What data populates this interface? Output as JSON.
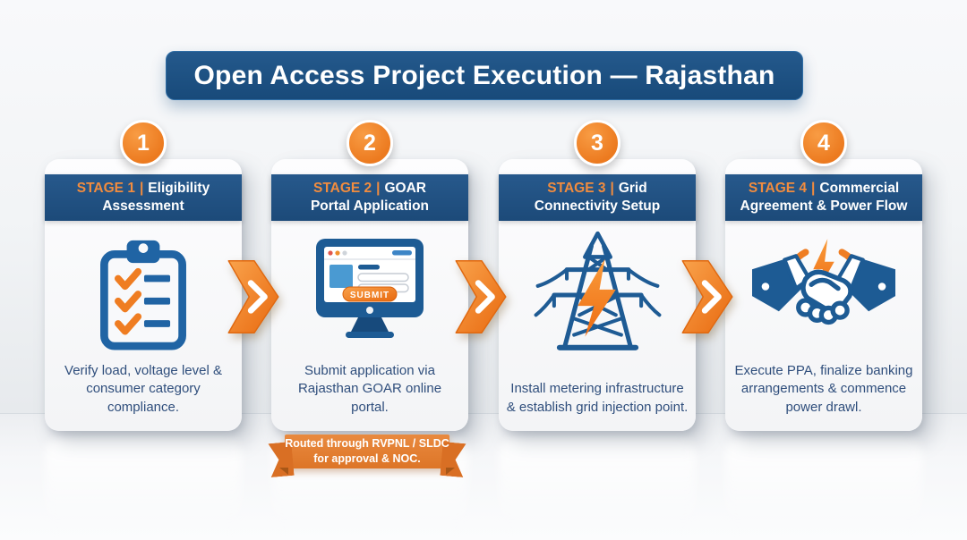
{
  "title": "Open Access Project Execution — Rajasthan",
  "stages": [
    {
      "number": "1",
      "stage_label": "STAGE 1",
      "divider": "|",
      "title_line1": "Eligibility",
      "title_line2": "Assessment",
      "description": "Verify load, voltage level & consumer category compliance.",
      "icon": "clipboard-checklist-icon"
    },
    {
      "number": "2",
      "stage_label": "STAGE 2",
      "divider": "|",
      "title_line1": "GOAR",
      "title_line2": "Portal Application",
      "description": "Submit application via Rajasthan GOAR online portal.",
      "icon": "monitor-submit-icon",
      "submit_button_label": "SUBMIT"
    },
    {
      "number": "3",
      "stage_label": "STAGE 3",
      "divider": "|",
      "title_line1": "Grid",
      "title_line2": "Connectivity Setup",
      "description": "Install metering infrastructure & establish grid injection point.",
      "icon": "transmission-tower-icon"
    },
    {
      "number": "4",
      "stage_label": "STAGE 4",
      "divider": "|",
      "title_line1": "Commercial",
      "title_line2": "Agreement & Power Flow",
      "description": "Execute PPA, finalize banking arrangements & commence power drawl.",
      "icon": "handshake-bolt-icon"
    }
  ],
  "ribbon": {
    "line1": "Routed through RVPNL / SLDC",
    "line2": "for approval & NOC."
  },
  "colors": {
    "banner_blue": "#1c4f80",
    "header_blue": "#205186",
    "accent_orange": "#ee7c26",
    "stage_label_orange": "#f28c3e",
    "body_text_blue": "#2f4e7c",
    "icon_blue": "#1d5b94",
    "ribbon_orange": "#e07e36",
    "background": "#f1f3f5"
  }
}
